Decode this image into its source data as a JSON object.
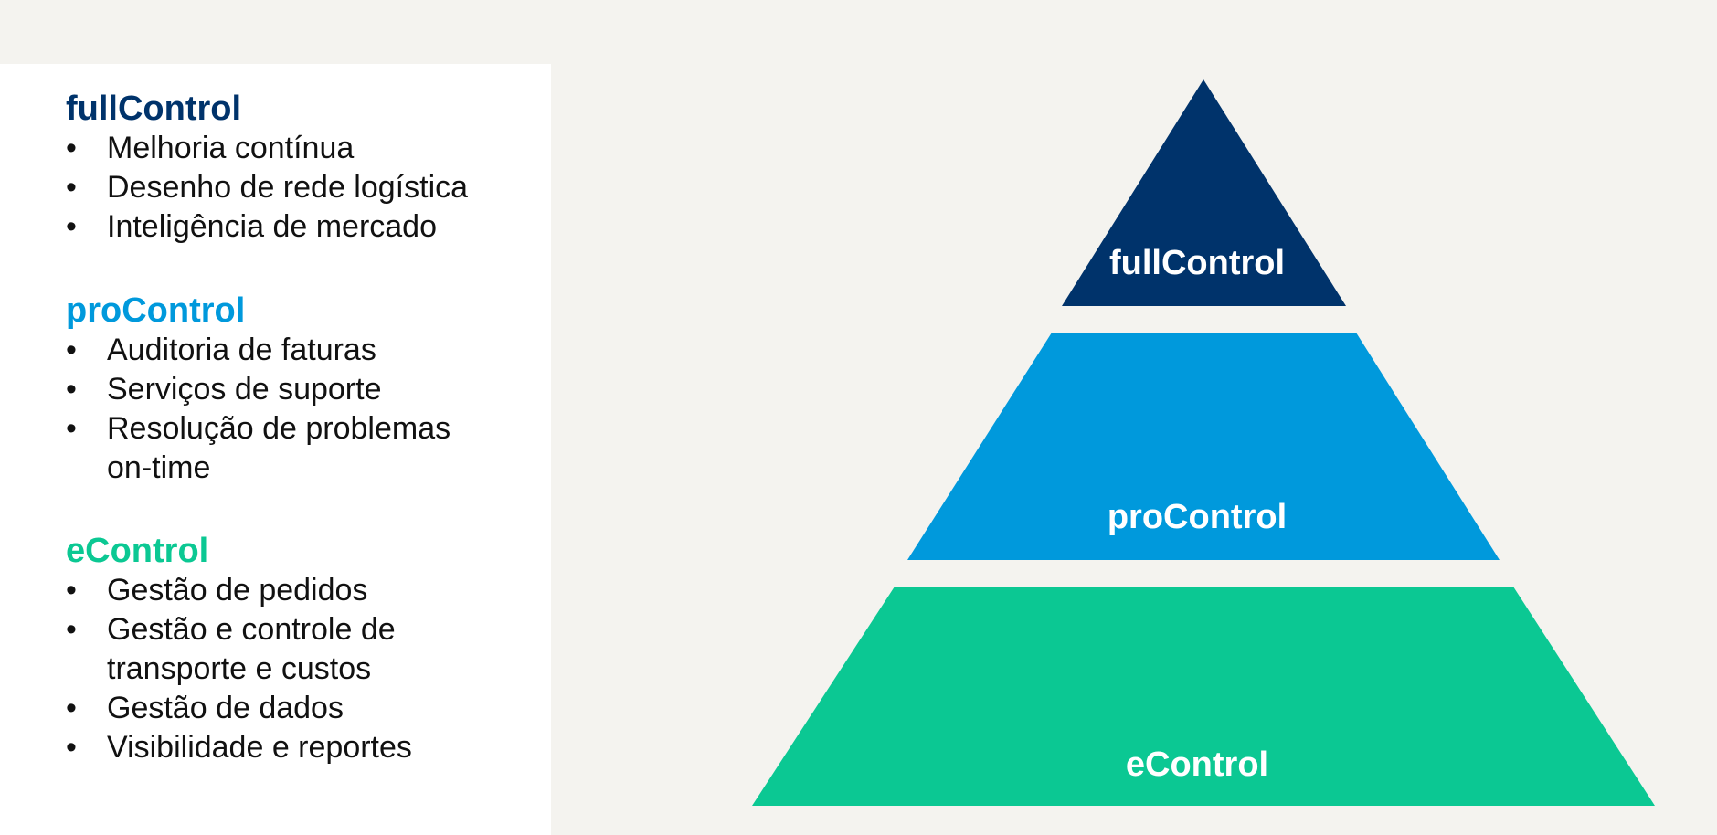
{
  "colors": {
    "background": "#f4f3ef",
    "panel": "#ffffff",
    "full": "#00336b",
    "pro": "#0099dc",
    "e": "#0bc893",
    "text": "#111111"
  },
  "legend": {
    "full": {
      "title": "fullControl",
      "items": [
        "Melhoria contínua",
        "Desenho de rede logística",
        "Inteligência de mercado"
      ]
    },
    "pro": {
      "title": "proControl",
      "items": [
        "Auditoria de faturas",
        "Serviços de suporte",
        "Resolução de problemas",
        "on-time"
      ]
    },
    "e": {
      "title": "eControl",
      "items": [
        "Gestão de pedidos",
        "Gestão e controle de",
        "transporte e custos",
        "Gestão de dados",
        "Visibilidade e reportes"
      ]
    }
  },
  "pyramid": {
    "top_label": "fullControl",
    "middle_label": "proControl",
    "bottom_label": "eControl"
  }
}
